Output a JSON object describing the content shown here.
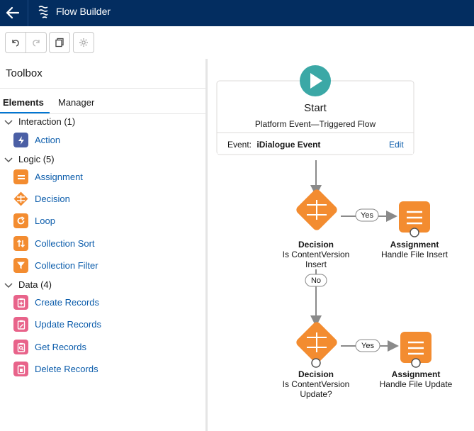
{
  "app": {
    "title": "Flow Builder"
  },
  "toolbox": {
    "title": "Toolbox",
    "tabs": [
      "Elements",
      "Manager"
    ],
    "sections": [
      {
        "label": "Interaction (1)",
        "items": [
          {
            "label": "Action",
            "icon": "lightning-icon",
            "color": "#4b5fa5"
          }
        ]
      },
      {
        "label": "Logic (5)",
        "items": [
          {
            "label": "Assignment",
            "icon": "assignment-icon",
            "color": "#f38c30"
          },
          {
            "label": "Decision",
            "icon": "decision-icon",
            "color": "#f38c30"
          },
          {
            "label": "Loop",
            "icon": "loop-icon",
            "color": "#f38c30"
          },
          {
            "label": "Collection Sort",
            "icon": "sort-icon",
            "color": "#f38c30"
          },
          {
            "label": "Collection Filter",
            "icon": "filter-icon",
            "color": "#f38c30"
          }
        ]
      },
      {
        "label": "Data (4)",
        "items": [
          {
            "label": "Create Records",
            "icon": "record-create-icon",
            "color": "#e8638a"
          },
          {
            "label": "Update Records",
            "icon": "record-update-icon",
            "color": "#e8638a"
          },
          {
            "label": "Get Records",
            "icon": "record-lookup-icon",
            "color": "#e8638a"
          },
          {
            "label": "Delete Records",
            "icon": "record-delete-icon",
            "color": "#e8638a"
          }
        ]
      }
    ]
  },
  "flow": {
    "start": {
      "title": "Start",
      "subtitle": "Platform Event—Triggered Flow",
      "event_label": "Event:",
      "event_value": "iDialogue Event",
      "edit": "Edit"
    },
    "decision1": {
      "type": "Decision",
      "name_line1": "Is ContentVersion",
      "name_line2": "Insert"
    },
    "assign1": {
      "type": "Assignment",
      "name": "Handle File Insert"
    },
    "decision2": {
      "type": "Decision",
      "name_line1": "Is ContentVersion",
      "name_line2": "Update?"
    },
    "assign2": {
      "type": "Assignment",
      "name": "Handle File Update"
    },
    "yes": "Yes",
    "no": "No"
  },
  "colors": {
    "header": "#032d60",
    "start": "#3ba8a6",
    "logic": "#f38c30",
    "link": "#0b5cab"
  }
}
